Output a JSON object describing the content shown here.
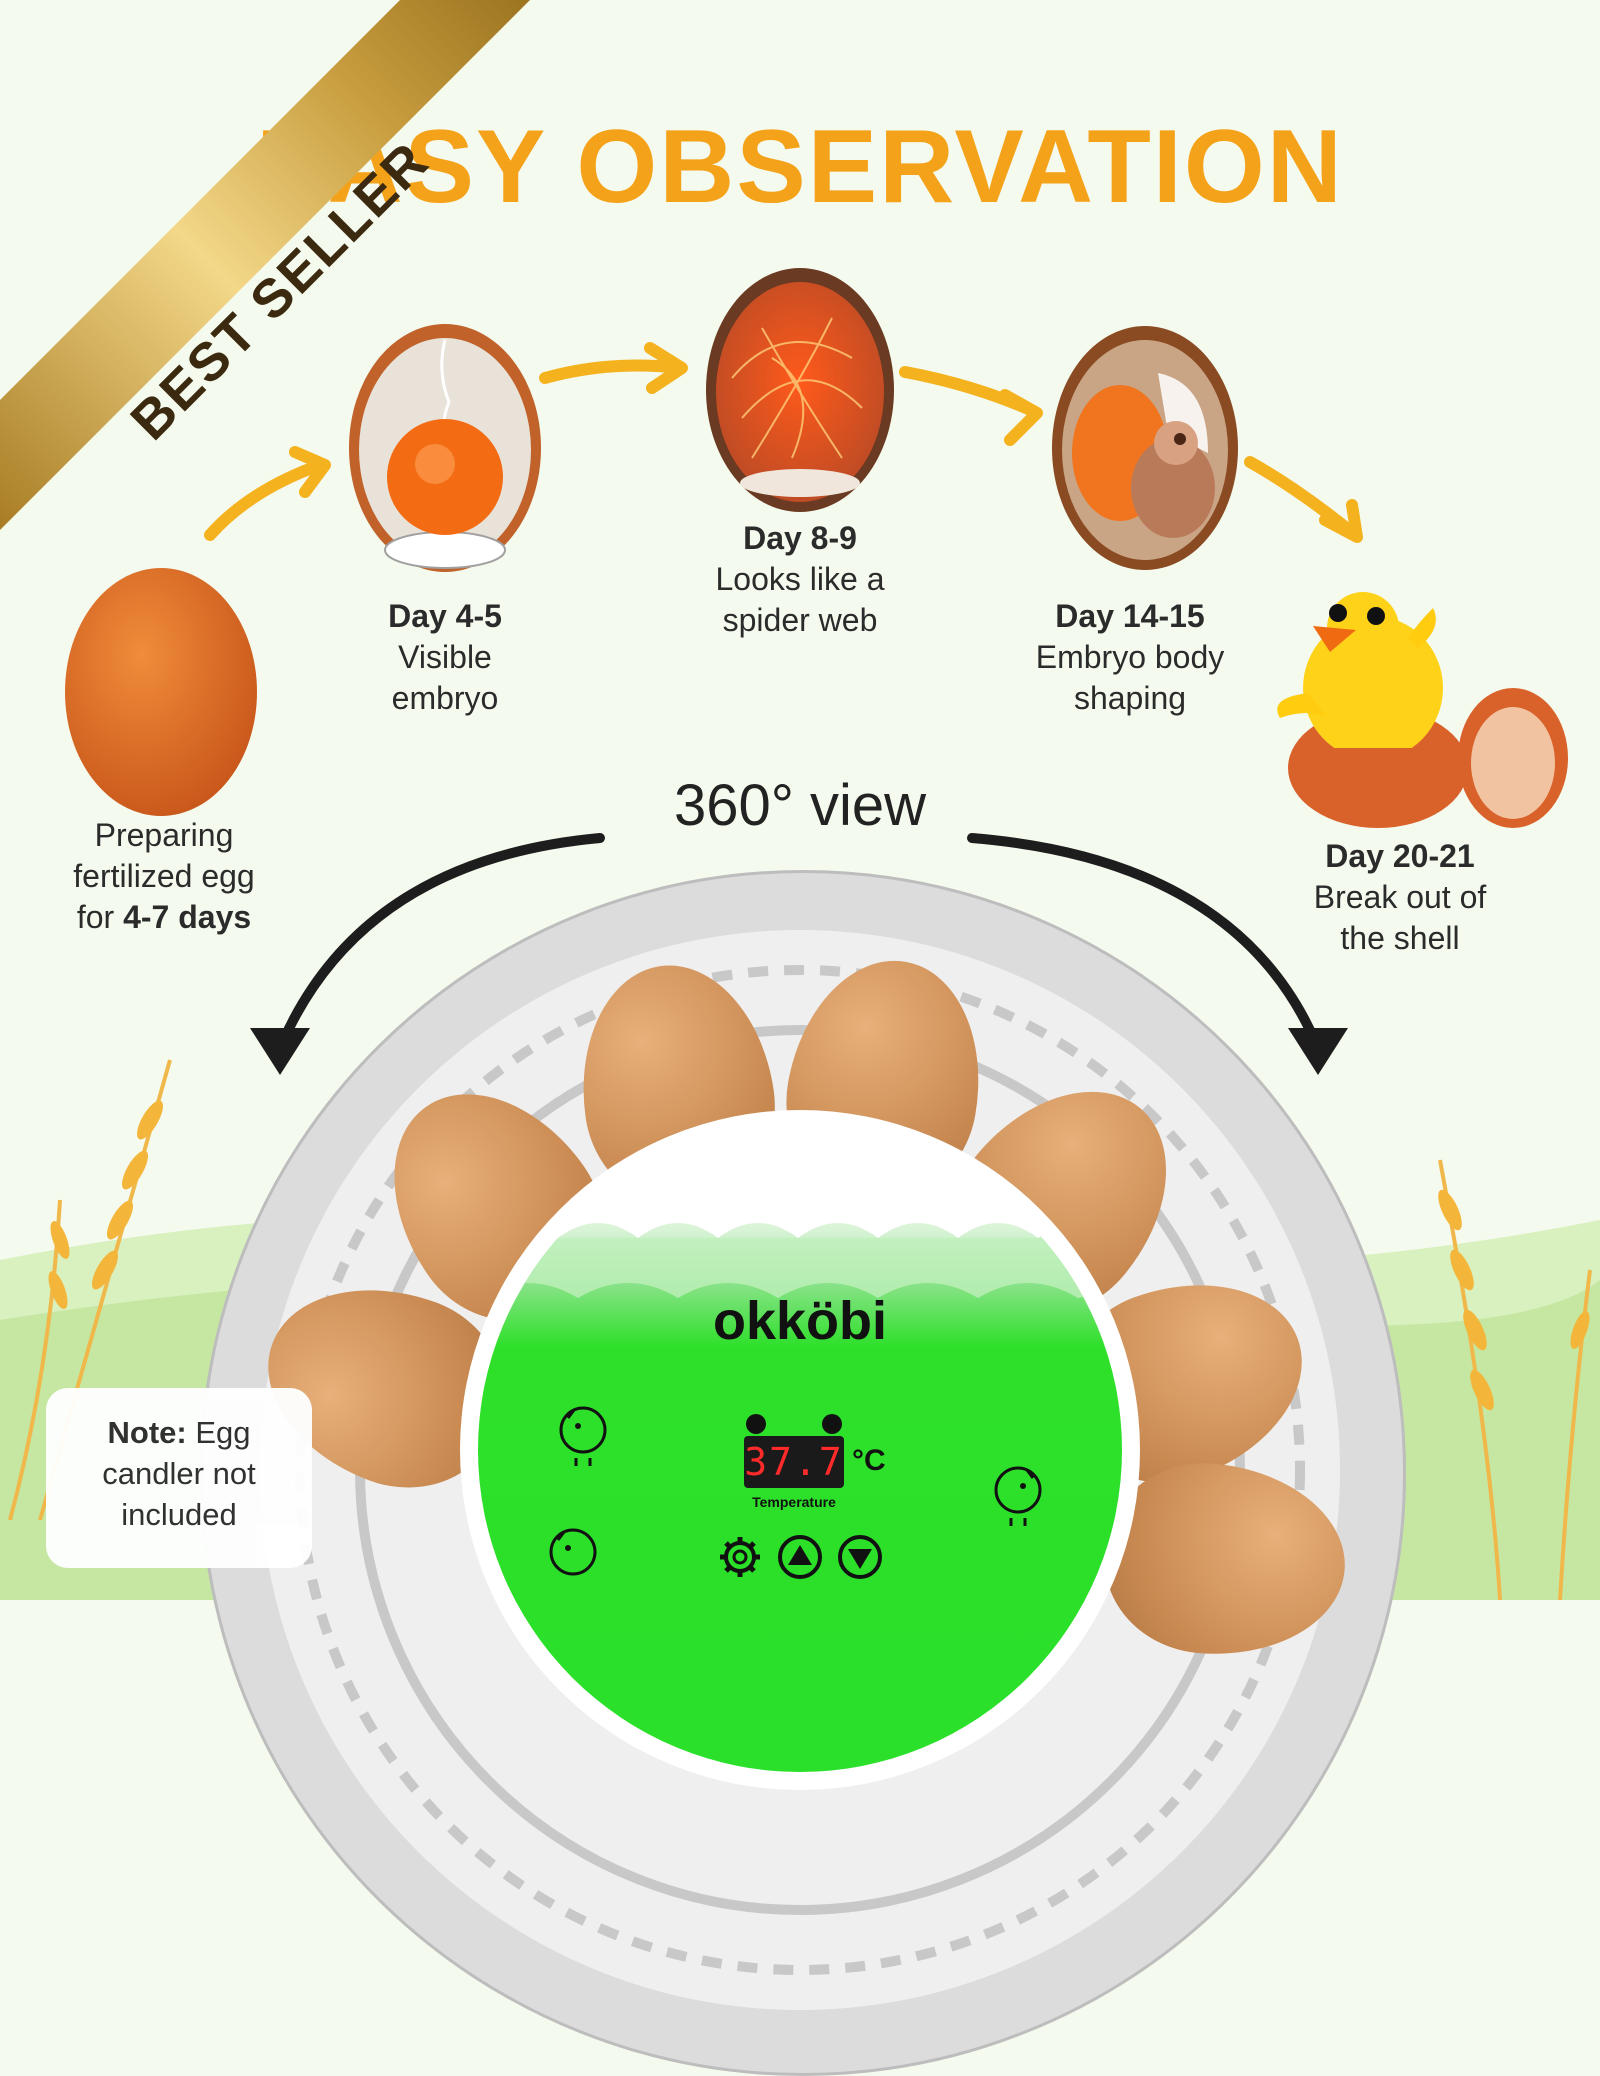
{
  "title": "EASY OBSERVATION",
  "banner": "BEST SELLER",
  "stages": [
    {
      "line1": "Preparing",
      "line2": "fertilized egg",
      "line3_prefix": "for ",
      "line3_bold": "4-7 days"
    },
    {
      "day": "Day 4-5",
      "line1": "Visible",
      "line2": "embryo"
    },
    {
      "day": "Day 8-9",
      "line1": "Looks like a",
      "line2": "spider web"
    },
    {
      "day": "Day 14-15",
      "line1": "Embryo body",
      "line2": "shaping"
    },
    {
      "day": "Day 20-21",
      "line1": "Break out of",
      "line2": "the shell"
    }
  ],
  "view_label": "360° view",
  "device": {
    "brand": "okköbi",
    "display_value": "37.7",
    "unit": "°C",
    "display_label": "Temperature",
    "controls": [
      "gear-icon",
      "up-icon",
      "down-icon"
    ]
  },
  "note": {
    "bold": "Note:",
    "text1": " Egg",
    "text2": "candler not",
    "text3": "included"
  },
  "colors": {
    "accent": "#f5a21b",
    "panel_green": "#2ae02a",
    "egg_orange": "#e0701f",
    "gold": "#d8b35a"
  }
}
